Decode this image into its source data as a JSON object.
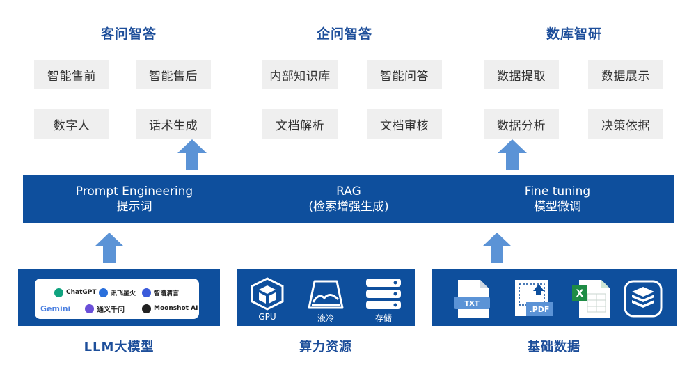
{
  "groups": [
    {
      "title": "客问智答",
      "tiles": [
        "智能售前",
        "智能售后",
        "数字人",
        "话术生成"
      ]
    },
    {
      "title": "企问智答",
      "tiles": [
        "内部知识库",
        "智能问答",
        "文档解析",
        "文档审核"
      ]
    },
    {
      "title": "数库智研",
      "tiles": [
        "数据提取",
        "数据展示",
        "数据分析",
        "决策依据"
      ]
    }
  ],
  "band": [
    {
      "line1": "Prompt Engineering",
      "line2": "提示词"
    },
    {
      "line1": "RAG",
      "line2": "(检索增强生成)"
    },
    {
      "line1": "Fine tuning",
      "line2": "模型微调"
    }
  ],
  "bottom": [
    {
      "label": "LLM大模型",
      "logos": [
        {
          "name": "ChatGPT",
          "icon": "chatgpt-icon",
          "color": "#10a37f"
        },
        {
          "name": "讯飞星火",
          "icon": "spark-icon",
          "color": "#2a6fdb"
        },
        {
          "name": "智谱清言",
          "icon": "zhipu-icon",
          "color": "#3b5bdb"
        },
        {
          "name": "Gemini",
          "icon": "gemini-icon",
          "color": "#4a7fe0"
        },
        {
          "name": "通义千问",
          "icon": "tongyi-icon",
          "color": "#6a4fd8"
        },
        {
          "name": "Moonshot AI",
          "icon": "moonshot-icon",
          "color": "#222222"
        }
      ]
    },
    {
      "label": "算力资源",
      "items": [
        {
          "name": "GPU",
          "icon": "gpu-icon"
        },
        {
          "name": "液冷",
          "icon": "liquid-cooling-icon"
        },
        {
          "name": "存储",
          "icon": "storage-icon"
        }
      ]
    },
    {
      "label": "基础数据",
      "files": [
        {
          "name": "TXT",
          "icon": "txt-file-icon"
        },
        {
          "name": ".PDF",
          "icon": "pdf-file-icon"
        },
        {
          "name": "X",
          "icon": "excel-file-icon"
        },
        {
          "name": "",
          "icon": "database-icon"
        }
      ]
    }
  ],
  "colors": {
    "primary": "#0e4f9d",
    "title": "#1d4e9a",
    "tile": "#efefef",
    "arrow": "#5b93d6"
  }
}
